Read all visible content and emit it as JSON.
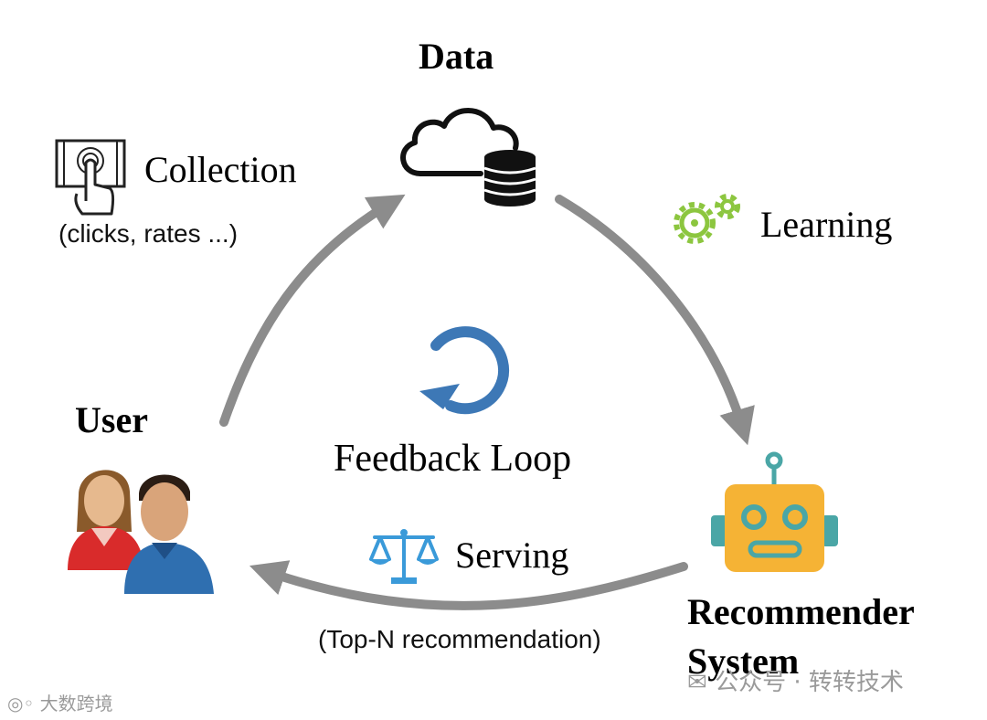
{
  "nodes": {
    "data_title": "Data",
    "user_title": "User",
    "recommender_title_line1": "Recommender",
    "recommender_title_line2": "System"
  },
  "edges": {
    "collection_label": "Collection",
    "collection_note": "(clicks, rates ...)",
    "learning_label": "Learning",
    "serving_label": "Serving",
    "serving_note": "(Top-N recommendation)"
  },
  "center": {
    "loop_label": "Feedback Loop"
  },
  "watermarks": {
    "left": "大数跨境",
    "right": "公众号 · 转转技术"
  },
  "colors": {
    "arrow": "#8c8c8c",
    "loop_icon": "#3d78b6",
    "gear": "#8cc63f",
    "scale": "#3a9ad9",
    "robot_face": "#f5b335",
    "robot_accent": "#4aa6a6"
  },
  "icons": {
    "data": "cloud-database-icon",
    "collection": "touch-screen-icon",
    "learning": "gears-icon",
    "serving": "balance-scale-icon",
    "user": "users-icon",
    "recommender": "robot-icon",
    "loop": "refresh-loop-icon"
  }
}
